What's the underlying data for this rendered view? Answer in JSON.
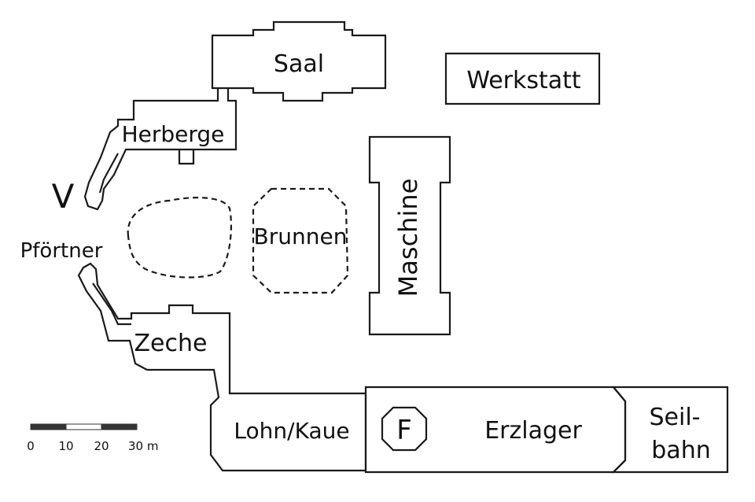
{
  "labels": {
    "saal": "Saal",
    "werkstatt": "Werkstatt",
    "herberge": "Herberge",
    "v_mark": "V",
    "pfoertner": "Pförtner",
    "brunnen": "Brunnen",
    "maschine": "Maschine",
    "zeche": "Zeche",
    "lohn_kaue": "Lohn/Kaue",
    "f_mark": "F",
    "erzlager": "Erzlager",
    "seilbahn_1": "Seil-",
    "seilbahn_2": "bahn"
  },
  "scale_bar": {
    "ticks": [
      "0",
      "10",
      "20",
      "30 m"
    ],
    "colors": {
      "dark": "#333333",
      "light": "#ffffff"
    }
  }
}
